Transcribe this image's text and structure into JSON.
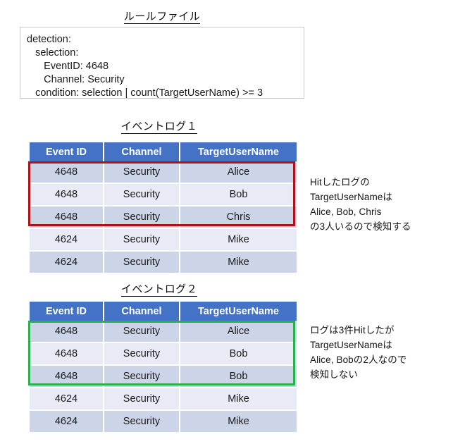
{
  "rule_section": {
    "title": "ルールファイル",
    "lines": [
      "detection:",
      "   selection:",
      "      EventID: 4648",
      "      Channel: Security",
      "   condition: selection | count(TargetUserName) >= 3"
    ],
    "text": "detection:\n   selection:\n      EventID: 4648\n      Channel: Security\n   condition: selection | count(TargetUserName) >= 3"
  },
  "log1": {
    "title": "イベントログ１",
    "columns": [
      "Event ID",
      "Channel",
      "TargetUserName"
    ],
    "rows": [
      {
        "event_id": "4648",
        "channel": "Security",
        "target_user_name": "Alice"
      },
      {
        "event_id": "4648",
        "channel": "Security",
        "target_user_name": "Bob"
      },
      {
        "event_id": "4648",
        "channel": "Security",
        "target_user_name": "Chris"
      },
      {
        "event_id": "4624",
        "channel": "Security",
        "target_user_name": "Mike"
      },
      {
        "event_id": "4624",
        "channel": "Security",
        "target_user_name": "Mike"
      }
    ],
    "highlight": {
      "color": "#b01116",
      "rows": [
        0,
        1,
        2
      ]
    },
    "annotation": "Hitしたログの\nTargetUserNameは\nAlice, Bob, Chris\nの3人いるので検知する"
  },
  "log2": {
    "title": "イベントログ２",
    "columns": [
      "Event ID",
      "Channel",
      "TargetUserName"
    ],
    "rows": [
      {
        "event_id": "4648",
        "channel": "Security",
        "target_user_name": "Alice"
      },
      {
        "event_id": "4648",
        "channel": "Security",
        "target_user_name": "Bob"
      },
      {
        "event_id": "4648",
        "channel": "Security",
        "target_user_name": "Bob"
      },
      {
        "event_id": "4624",
        "channel": "Security",
        "target_user_name": "Mike"
      },
      {
        "event_id": "4624",
        "channel": "Security",
        "target_user_name": "Mike"
      }
    ],
    "highlight": {
      "color": "#29b04b",
      "rows": [
        0,
        1,
        2
      ]
    },
    "annotation": "ログは3件Hitしたが\nTargetUserNameは\nAlice, Bobの2人なので\n検知しない"
  },
  "colors": {
    "header_blue": "#4472c4",
    "row_dark": "#ccd4e8",
    "row_light": "#e8ebf5",
    "highlight_red": "#b01116",
    "highlight_green": "#29b04b"
  }
}
